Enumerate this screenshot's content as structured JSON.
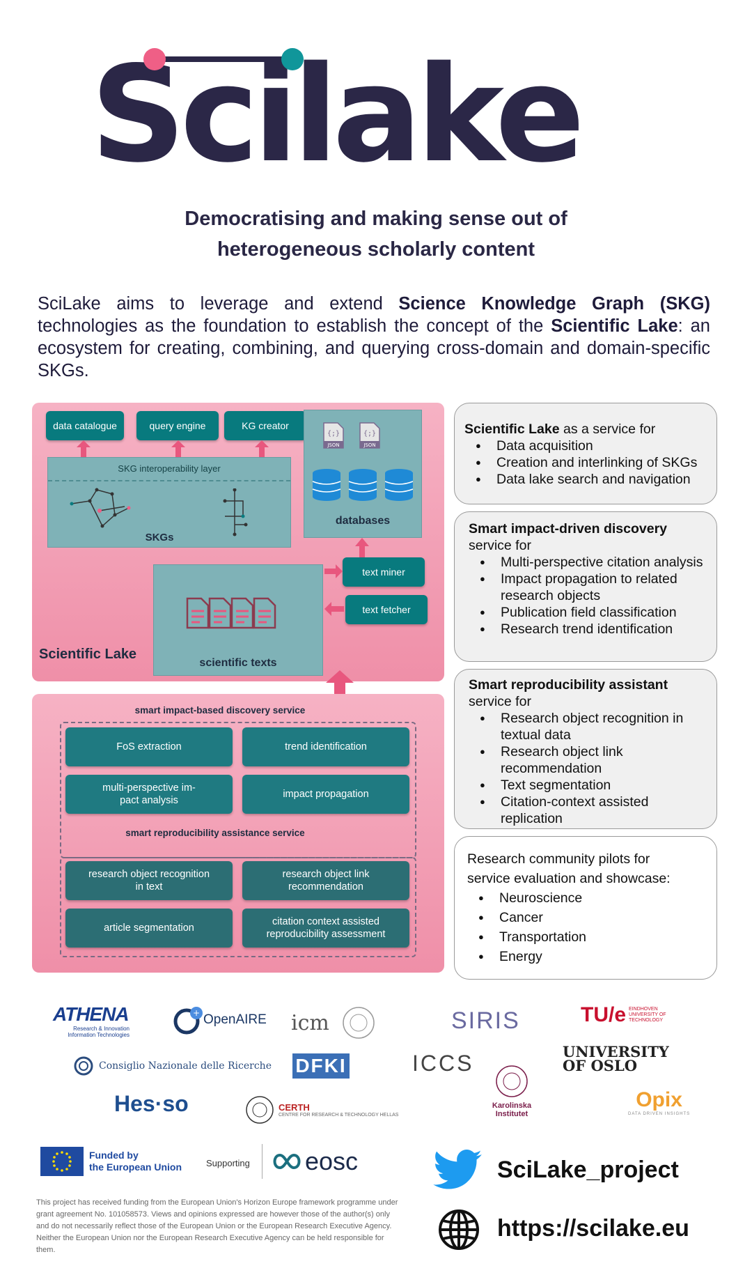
{
  "logo": {
    "text": "Scilake",
    "dot_colors": {
      "pink": "#ef5f86",
      "teal": "#10969a"
    },
    "main_color": "#2b2747"
  },
  "tagline": {
    "line1": "Democratising and making sense out of",
    "line2": "heterogeneous scholarly content"
  },
  "intro": {
    "part1": "SciLake aims to leverage and extend ",
    "bold1": "Science Knowledge Graph (SKG)",
    "part2": " technologies as the foundation to establish the concept of the ",
    "bold2": "Scientific Lake",
    "part3": ": an ecosystem for creating, combining, and querying cross-domain and domain-specific SKGs."
  },
  "diagram": {
    "data_catalogue": "data catalogue",
    "query_engine": "query engine",
    "kg_creator": "KG creator",
    "skg_layer": "SKG interoperability layer",
    "skgs": "SKGs",
    "json1": "JSON",
    "json2": "JSON",
    "databases": "databases",
    "text_miner": "text miner",
    "text_fetcher": "text fetcher",
    "scientific_texts": "scientific texts",
    "scientific_lake": "Scientific Lake",
    "impact_title": "smart impact-based discovery service",
    "fos": "FoS extraction",
    "trend": "trend identification",
    "multi": "multi-perspective im-pact analysis",
    "impact_prop": "impact propagation",
    "repro_title": "smart reproducibility assistance service",
    "ror": "research object recognition in text",
    "rolr": "research object link recommendation",
    "artseg": "article segmentation",
    "citrepro": "citation context assisted reproducibility assessment",
    "colors": {
      "panel": "#f29bb2",
      "teal": "#087a7e",
      "gray_teal": "#7fb2b7",
      "arrow": "#e8577e"
    }
  },
  "cards": {
    "lake": {
      "title_bold": "Scientific Lake",
      "title_rest": " as a service for",
      "items": [
        "Data acquisition",
        "Creation and interlinking of SKGs",
        "Data lake search and navigation"
      ]
    },
    "impact": {
      "title_bold": "Smart impact-driven discovery",
      "title_rest": "service for",
      "items": [
        "Multi-perspective citation analysis",
        "Impact propagation to related research objects",
        "Publication field classification",
        "Research trend identification"
      ]
    },
    "repro": {
      "title_bold": "Smart reproducibility assistant",
      "title_rest": "service for",
      "items": [
        "Research object recognition in textual data",
        "Research object link recommendation",
        "Text segmentation",
        "Citation-context assisted replication"
      ]
    },
    "pilots": {
      "title": "Research community pilots for service evaluation and showcase:",
      "items": [
        "Neuroscience",
        "Cancer",
        "Transportation",
        "Energy"
      ]
    }
  },
  "partners": {
    "athena": "ATHENA",
    "athena_sub": "Research & Innovation Information Technologies",
    "openaire": "OpenAIRE",
    "icm": "icm",
    "siris": "SIRIS",
    "tue": "TU/e",
    "tue_sub": "EINDHOVEN UNIVERSITY OF TECHNOLOGY",
    "cnr": "Consiglio Nazionale delle Ricerche",
    "dfki": "DFKI",
    "iccs": "ICCS",
    "oslo_line1": "UNIVERSITY",
    "oslo_line2": "OF OSLO",
    "karolinska": "Karolinska Institutet",
    "hesso": "Hes·so",
    "certh": "CERTH",
    "certh_sub": "CENTRE FOR RESEARCH & TECHNOLOGY HELLAS",
    "opix": "Opix",
    "opix_sub": "DATA DRIVEN INSIGHTS"
  },
  "funding": {
    "eu_line1": "Funded by",
    "eu_line2": "the European Union",
    "supporting": "Supporting",
    "eosc": "eosc",
    "note": "This project has received funding from the European Union's Horizon Europe framework programme under grant agreement No. 101058573. Views and opinions expressed are however those of the author(s) only and do not necessarily reflect those of the European Union or the European Research Executive Agency. Neither the European Union nor the European Research Executive Agency can be held responsible for them."
  },
  "social": {
    "twitter": "SciLake_project",
    "web": "https://scilake.eu",
    "twitter_icon": "twitter-bird-icon",
    "web_icon": "globe-icon",
    "twitter_color": "#1d9bf0"
  }
}
